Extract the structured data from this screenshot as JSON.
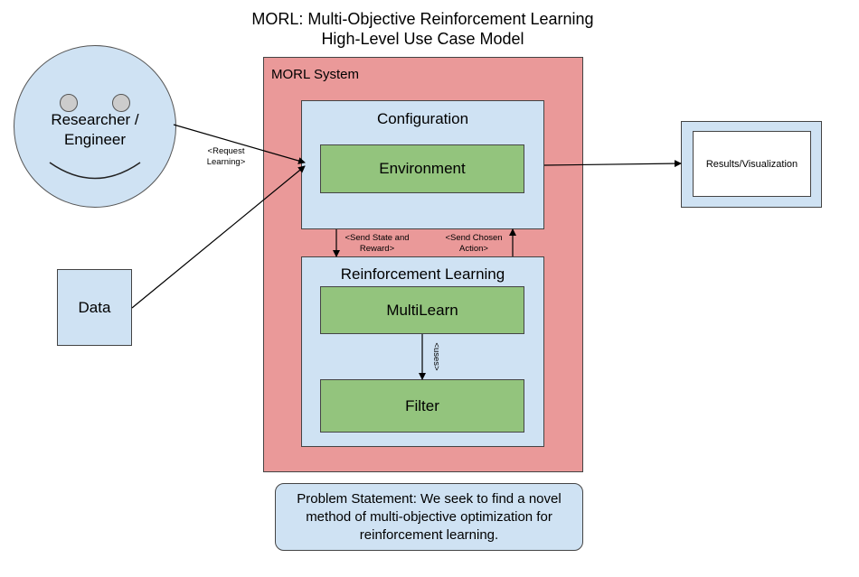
{
  "title": {
    "line1": "MORL: Multi-Objective Reinforcement Learning",
    "line2": "High-Level Use Case Model"
  },
  "actor": {
    "line1": "Researcher /",
    "line2": "Engineer"
  },
  "data_label": "Data",
  "system": {
    "label": "MORL System",
    "configuration": {
      "title": "Configuration",
      "environment": "Environment"
    },
    "rl": {
      "title": "Reinforcement Learning",
      "multilearn": "MultiLearn",
      "filter": "Filter"
    }
  },
  "edges": {
    "request_learning": {
      "line1": "<Request",
      "line2": "Learning>"
    },
    "send_state": {
      "line1": "<Send State and",
      "line2": "Reward>"
    },
    "send_action": {
      "line1": "<Send Chosen",
      "line2": "Action>"
    },
    "uses": "<uses>"
  },
  "results": "Results/Visualization",
  "problem_statement": "Problem Statement: We seek to find a novel method of multi-objective optimization for reinforcement learning."
}
